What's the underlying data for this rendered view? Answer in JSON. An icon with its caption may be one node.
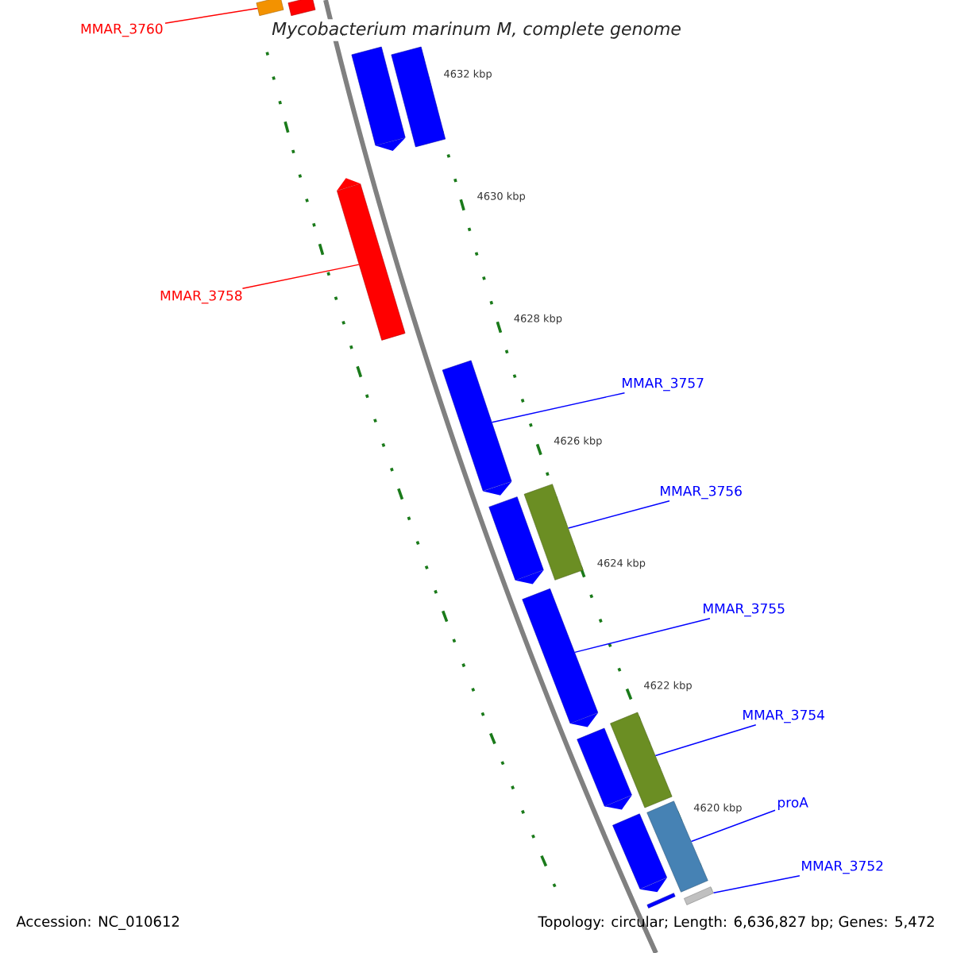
{
  "diagram": {
    "title": "*Mycobacterium marinum* M, complete genome",
    "nodes": [
      {
        "text": [
          "MMAR_3760"
        ]
      },
      {
        "text": [
          "MMAR_3758"
        ]
      },
      {
        "text": [
          "MMAR_3757"
        ]
      },
      {
        "text": [
          "MMAR_3756"
        ]
      },
      {
        "text": [
          "MMAR_3755"
        ]
      },
      {
        "text": [
          "MMAR_3754"
        ]
      },
      {
        "text": [
          "proA"
        ]
      },
      {
        "text": [
          "MMAR_3752"
        ]
      },
      {
        "text": [],
        "shape": "bar"
      },
      {
        "text": [],
        "shape": "bar"
      },
      {
        "text": [],
        "shape": "bar"
      },
      {
        "text": [],
        "shape": "bar"
      },
      {
        "text": [],
        "shape": "bar"
      },
      {
        "text": [],
        "shape": "bar"
      },
      {
        "text": [],
        "shape": "bar"
      },
      {
        "text": [],
        "shape": "bar"
      },
      {
        "text": [],
        "shape": "bar"
      },
      {
        "text": [],
        "shape": "bar"
      },
      {
        "text": [],
        "shape": "bar"
      },
      {
        "text": [],
        "shape": "bar"
      },
      {
        "text": [],
        "shape": "bar"
      },
      {
        "text": [],
        "shape": "bar"
      },
      {
        "text": [],
        "shape": "bar"
      }
    ],
    "edges": [
      {
        "from": 0,
        "to": 8,
        "arrow": "none",
        "color": "#ff0000"
      },
      {
        "from": 1,
        "to": 12,
        "arrow": "none",
        "color": "#ff0000"
      },
      {
        "from": 2,
        "to": 13,
        "arrow": "none"
      },
      {
        "from": 3,
        "to": 14,
        "arrow": "none"
      },
      {
        "from": 4,
        "to": 16,
        "arrow": "none"
      },
      {
        "from": 5,
        "to": 17,
        "arrow": "none"
      },
      {
        "from": 6,
        "to": 19,
        "arrow": "none"
      },
      {
        "from": 7,
        "to": 21,
        "arrow": "none"
      }
    ],
    "labels": [
      "4632 kbp",
      "4630 kbp",
      "4628 kbp",
      "4626 kbp",
      "4624 kbp",
      "4622 kbp",
      "4620 kbp",
      "Accession: NC_010612",
      "Topology: circular; Length: 6,636,827 bp; Genes: 5,472"
    ]
  }
}
